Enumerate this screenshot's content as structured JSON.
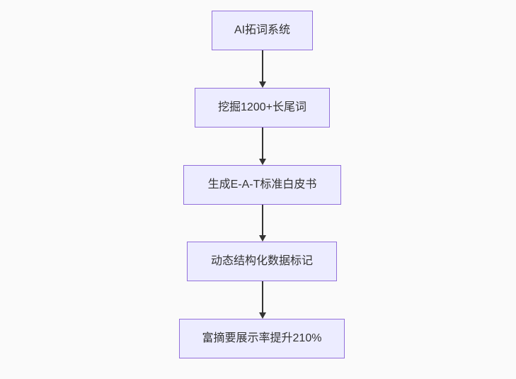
{
  "diagram": {
    "type": "flowchart",
    "direction": "top-down",
    "colors": {
      "background": "#fafafa",
      "node_fill": "#ECECFF",
      "node_border": "#9370DB",
      "text": "#333333",
      "arrow": "#333333"
    },
    "nodes": [
      {
        "id": "step-1",
        "label": "AI拓词系统"
      },
      {
        "id": "step-2",
        "label": "挖掘1200+长尾词"
      },
      {
        "id": "step-3",
        "label": "生成E-A-T标准白皮书"
      },
      {
        "id": "step-4",
        "label": "动态结构化数据标记"
      },
      {
        "id": "step-5",
        "label": "富摘要展示率提升210%"
      }
    ],
    "edges": [
      {
        "from": "step-1",
        "to": "step-2",
        "style": "arrow-down"
      },
      {
        "from": "step-2",
        "to": "step-3",
        "style": "arrow-down"
      },
      {
        "from": "step-3",
        "to": "step-4",
        "style": "arrow-down"
      },
      {
        "from": "step-4",
        "to": "step-5",
        "style": "arrow-down"
      }
    ]
  }
}
